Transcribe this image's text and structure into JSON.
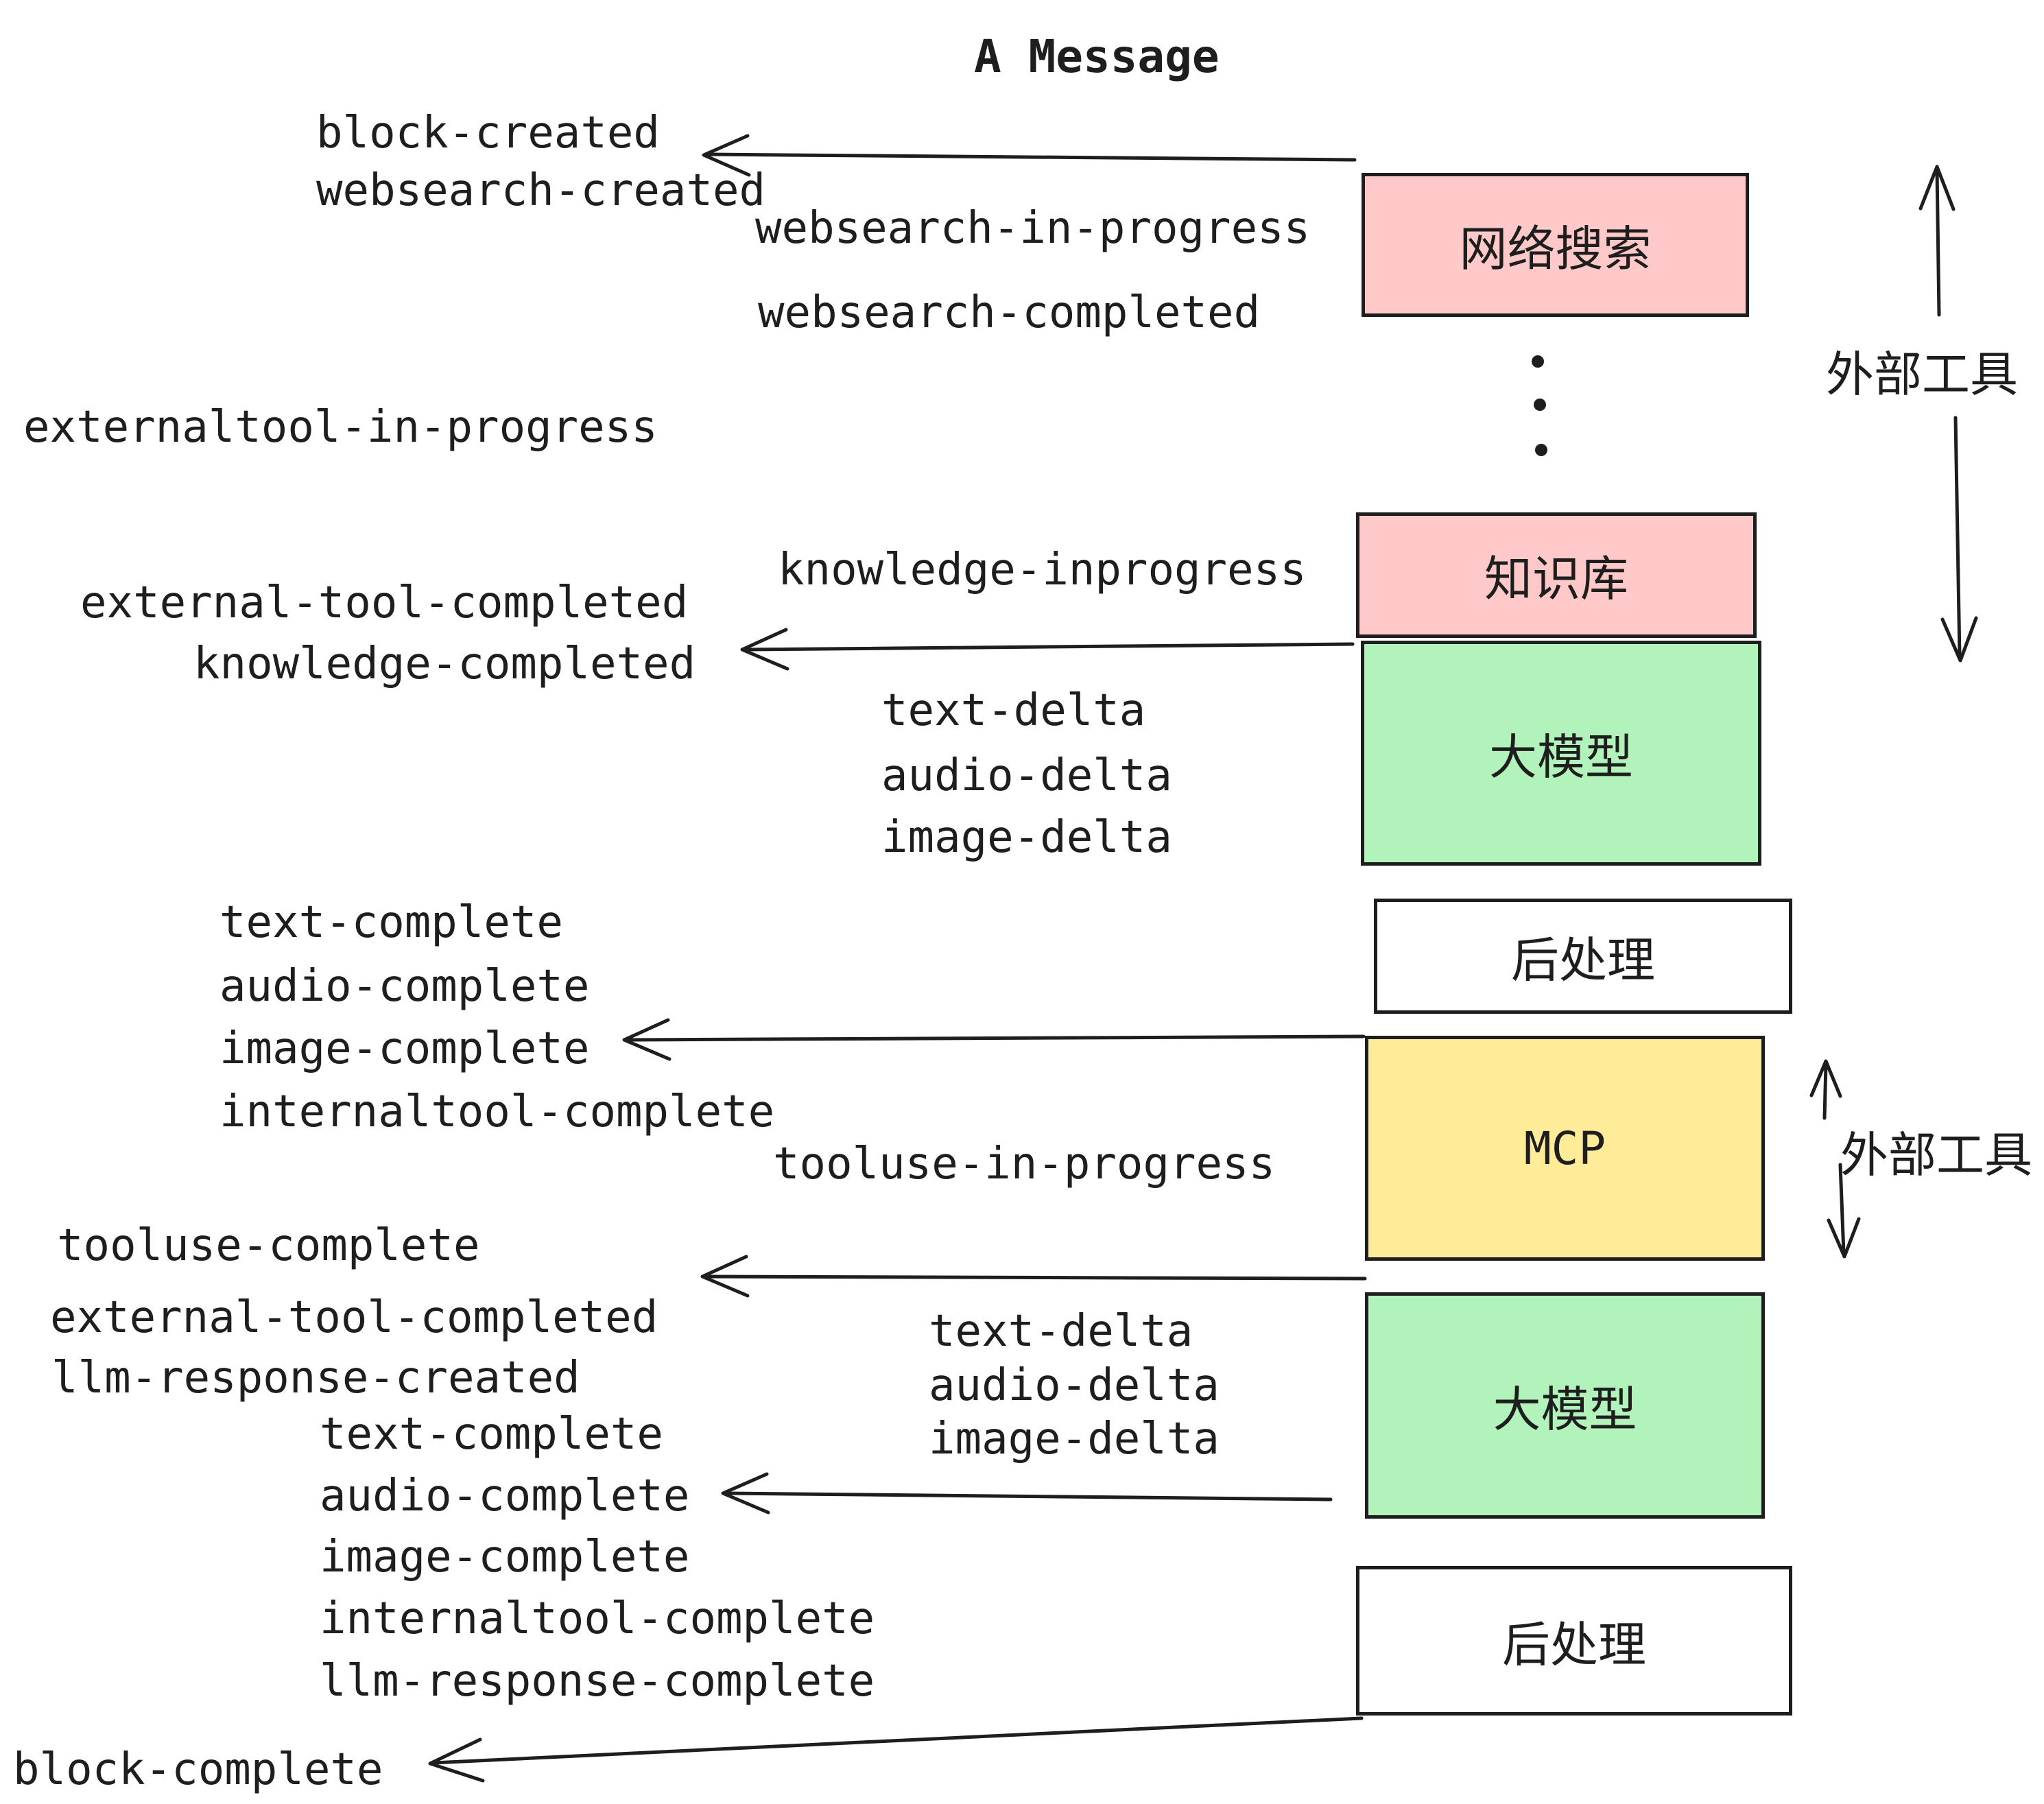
{
  "title": "A Message",
  "colors": {
    "pink": "#FFC9C9",
    "green": "#B2F2BB",
    "yellow": "#FFEC99",
    "white": "#FFFFFF",
    "stroke": "#1E1E1E"
  },
  "events": {
    "block_created": "block-created",
    "websearch_created": "websearch-created",
    "websearch_in_progress": "websearch-in-progress",
    "websearch_completed": "websearch-completed",
    "externaltool_in_progress": "externaltool-in-progress",
    "knowledge_inprogress": "knowledge-inprogress",
    "external_tool_completed_1": "external-tool-completed",
    "knowledge_completed": "knowledge-completed",
    "text_delta_1": "text-delta",
    "audio_delta_1": "audio-delta",
    "image_delta_1": "image-delta",
    "text_complete_1": "text-complete",
    "audio_complete_1": "audio-complete",
    "image_complete_1": "image-complete",
    "internaltool_complete_1": "internaltool-complete",
    "tooluse_in_progress": "tooluse-in-progress",
    "tooluse_complete": "tooluse-complete",
    "external_tool_completed_2": "external-tool-completed",
    "llm_response_created": "llm-response-created",
    "text_complete_2": "text-complete",
    "audio_complete_2": "audio-complete",
    "image_complete_2": "image-complete",
    "internaltool_complete_2": "internaltool-complete",
    "llm_response_complete": "llm-response-complete",
    "text_delta_2": "text-delta",
    "audio_delta_2": "audio-delta",
    "image_delta_2": "image-delta",
    "block_complete": "block-complete"
  },
  "boxes": {
    "websearch": "网络搜索",
    "knowledge": "知识库",
    "llm_1": "大模型",
    "post_1": "后处理",
    "mcp": "MCP",
    "llm_2": "大模型",
    "post_2": "后处理"
  },
  "annotations": {
    "external_tools_1": "外部工具",
    "external_tools_2": "外部工具"
  }
}
